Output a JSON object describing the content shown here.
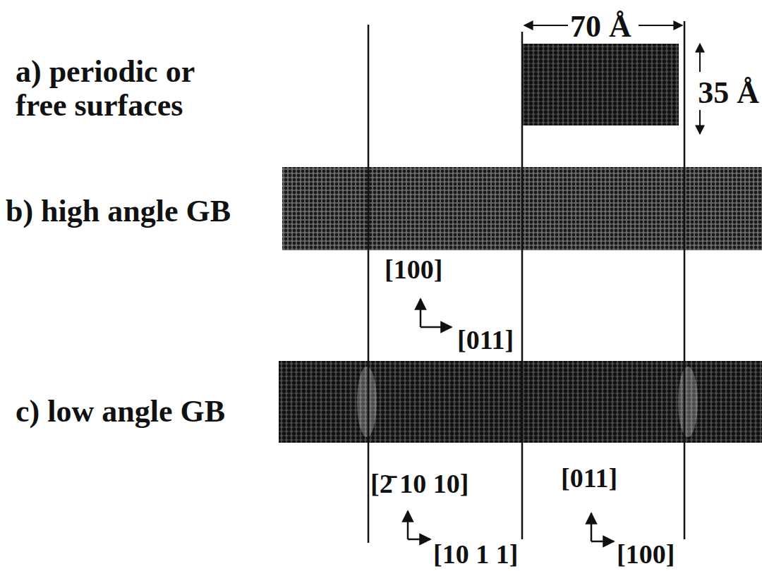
{
  "diagram": {
    "labels": [
      "a) periodic or free surfaces",
      "70 Å",
      "35 Å",
      "b) high angle GB",
      "[100]",
      "[011]",
      "c) low angle GB",
      "[2̄ 10 10]",
      "[10 1 1]",
      "[011]",
      "[100]"
    ]
  }
}
